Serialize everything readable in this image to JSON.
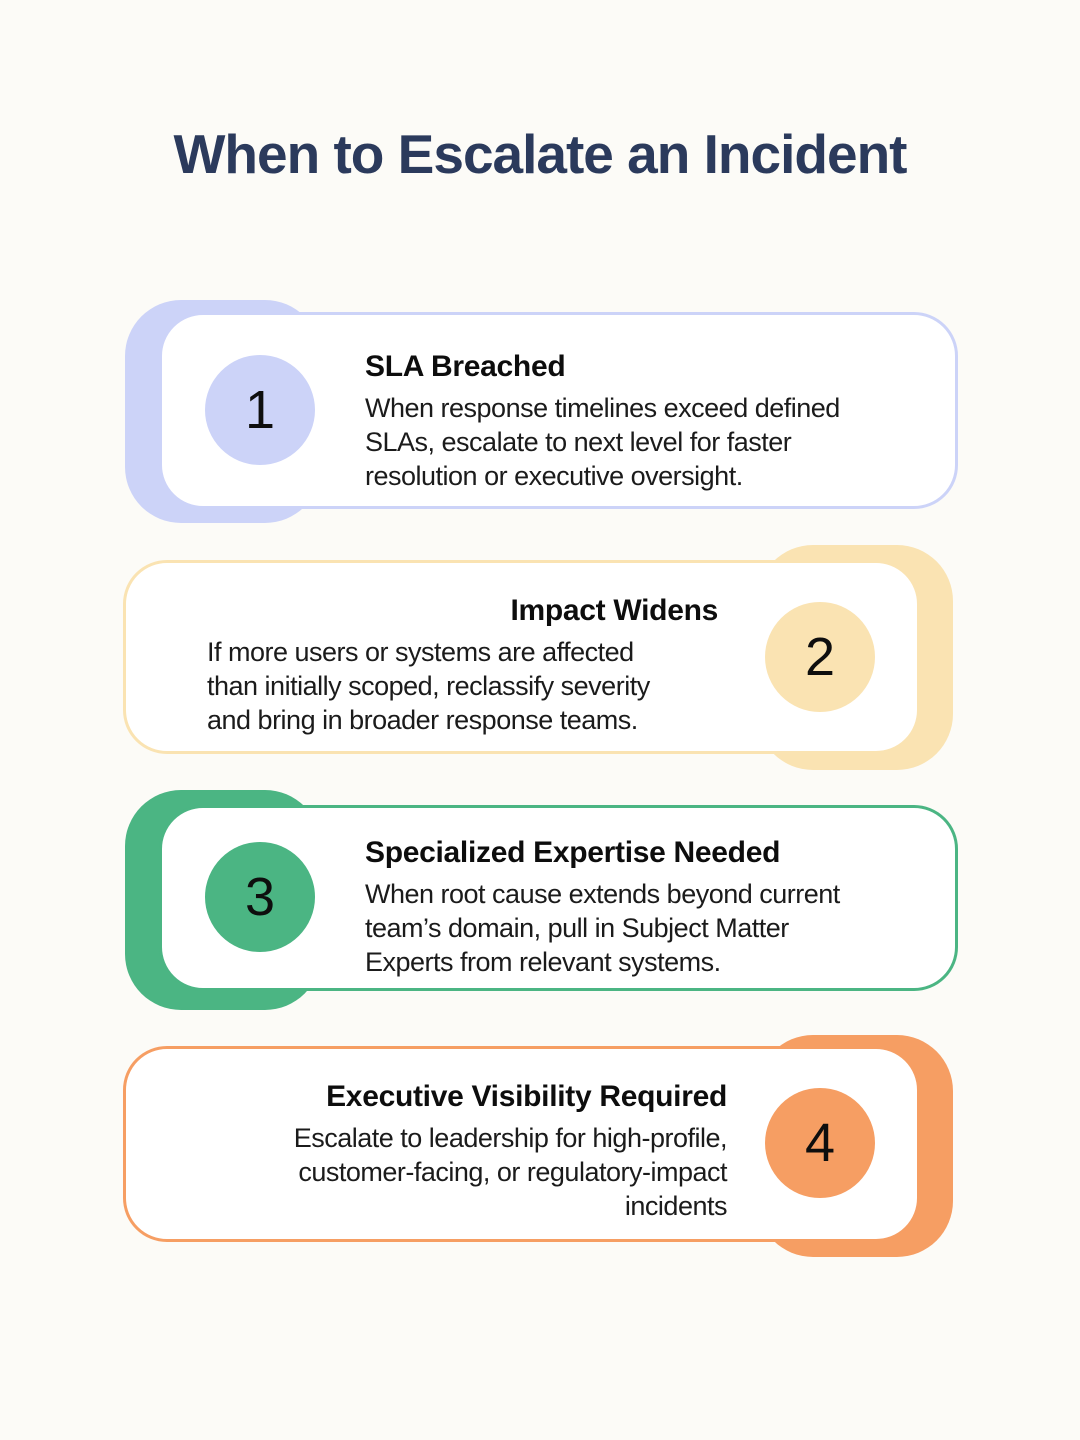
{
  "page": {
    "title": "When to Escalate an Incident",
    "background_color": "#FCFBF7",
    "title_color": "#2B3A5C"
  },
  "cards": [
    {
      "number": "1",
      "title": "SLA Breached",
      "body_lines": [
        "When response timelines exceed defined",
        "SLAs, escalate to next level for faster",
        "resolution or executive oversight."
      ],
      "color": "#CCD3F8",
      "accent_side": "left"
    },
    {
      "number": "2",
      "title": "Impact Widens",
      "body_lines": [
        "If more users or systems are affected",
        "than initially scoped, reclassify severity",
        "and bring in broader response teams."
      ],
      "color": "#FAE3B2",
      "accent_side": "right"
    },
    {
      "number": "3",
      "title": "Specialized Expertise Needed",
      "body_lines": [
        "When root cause extends beyond current",
        "team’s domain, pull in Subject Matter",
        "Experts from relevant systems."
      ],
      "color": "#4BB583",
      "accent_side": "left"
    },
    {
      "number": "4",
      "title": "Executive Visibility Required",
      "body_lines": [
        "Escalate to leadership for high-profile,",
        "customer-facing, or regulatory-impact",
        "incidents"
      ],
      "color": "#F69E63",
      "accent_side": "right"
    }
  ]
}
